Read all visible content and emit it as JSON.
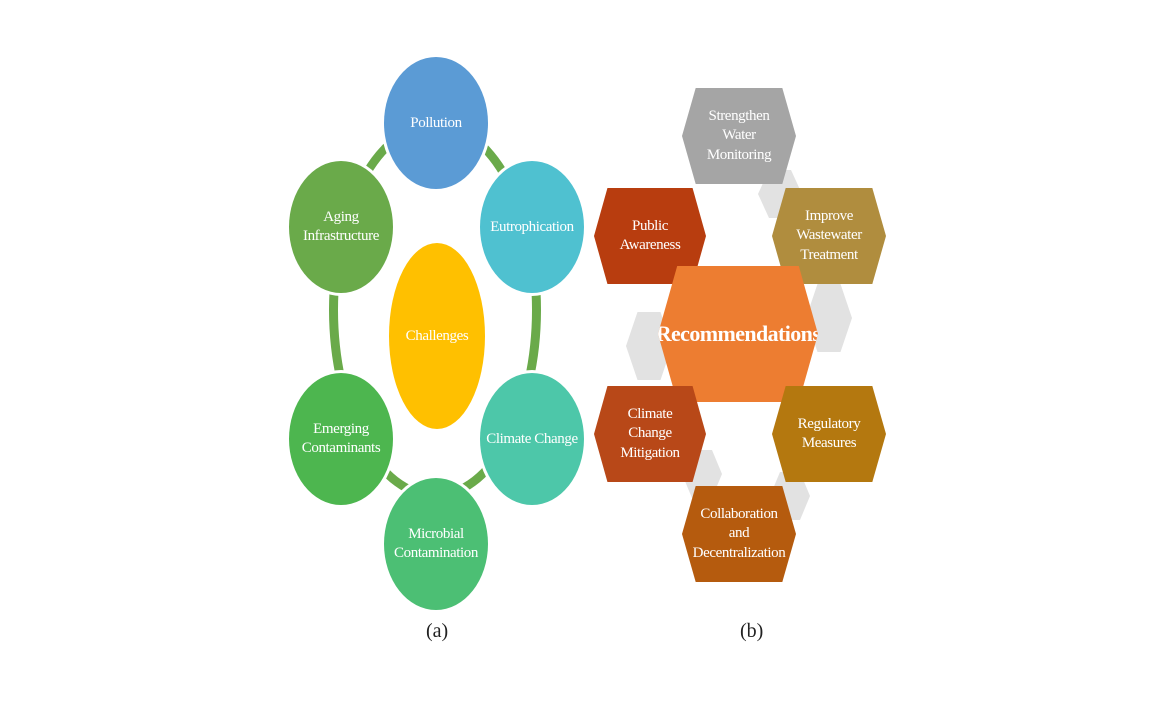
{
  "panel_a": {
    "center": "Challenges",
    "nodes": [
      {
        "key": "pollution",
        "label": "Pollution",
        "color": "#5b9bd5"
      },
      {
        "key": "eutrophication",
        "label": "Eutrophication",
        "color": "#4fc1d0"
      },
      {
        "key": "climate",
        "label": "Climate Change",
        "color": "#4dc7a9"
      },
      {
        "key": "microbial",
        "label": "Microbial Contamination",
        "color": "#4cbf74"
      },
      {
        "key": "emerging",
        "label": "Emerging Contaminants",
        "color": "#4db64f"
      },
      {
        "key": "aging",
        "label": "Aging Infrastructure",
        "color": "#6aaa4a"
      }
    ],
    "center_color": "#ffc000",
    "caption": "(a)"
  },
  "panel_b": {
    "center": "Recommendations",
    "nodes": [
      {
        "key": "monitoring",
        "label": "Strengthen Water Monitoring",
        "color": "#a5a5a5"
      },
      {
        "key": "public",
        "label": "Public Awareness",
        "color": "#b83d0f"
      },
      {
        "key": "wastewater",
        "label": "Improve Wastewater Treatment",
        "color": "#b08d3e"
      },
      {
        "key": "climate",
        "label": "Climate Change Mitigation",
        "color": "#b84818"
      },
      {
        "key": "regulatory",
        "label": "Regulatory Measures",
        "color": "#b4780f"
      },
      {
        "key": "collab",
        "label": "Collaboration and Decentralization",
        "color": "#b55b0e"
      }
    ],
    "center_color": "#ed7d31",
    "caption": "(b)"
  }
}
